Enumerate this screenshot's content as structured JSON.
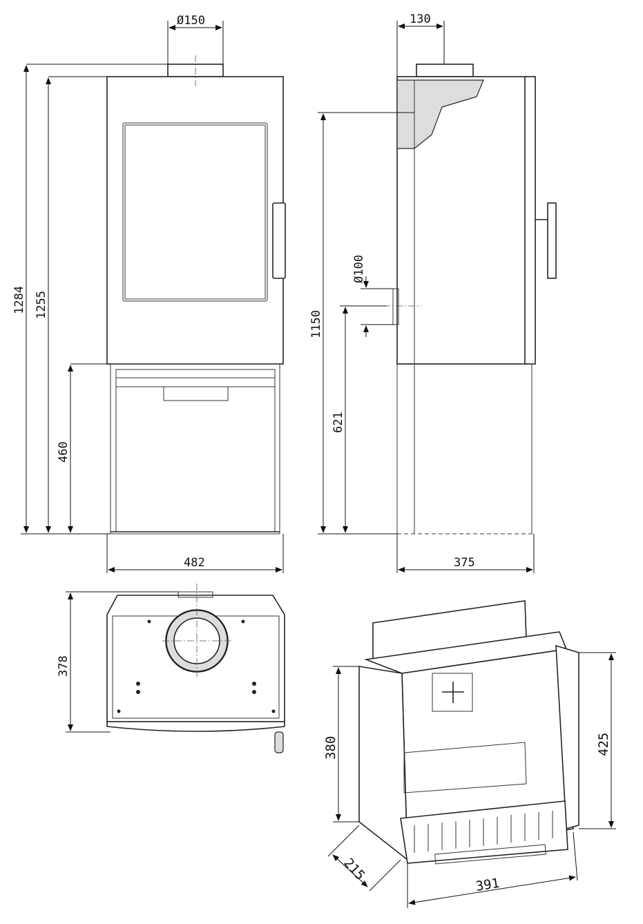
{
  "dimensions": {
    "flue_diameter_top": "Ø150",
    "flue_offset_side": "130",
    "total_height": "1284",
    "body_height": "1255",
    "rear_flue_height": "1150",
    "rear_flue_diameter": "Ø100",
    "base_height": "460",
    "rear_flue_center_height": "621",
    "width": "482",
    "depth": "375",
    "top_view_depth": "378",
    "firebox_height_front": "380",
    "firebox_height_back": "425",
    "firebox_depth": "215",
    "firebox_width": "391"
  }
}
